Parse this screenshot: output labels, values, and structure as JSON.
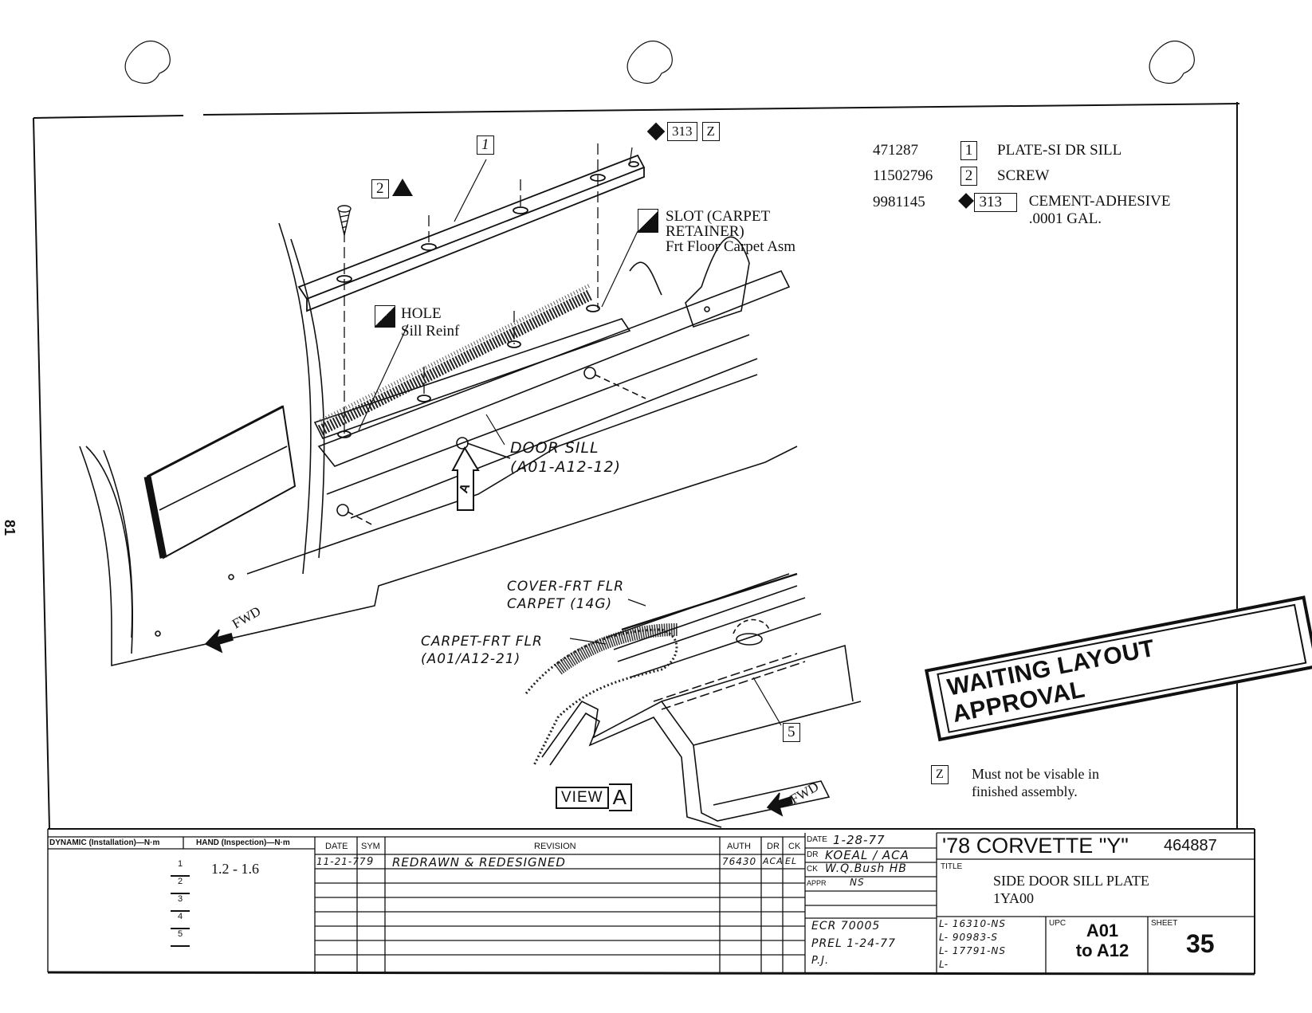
{
  "page": {
    "side_number": "81"
  },
  "legend": [
    {
      "part_no": "471287",
      "sym": "1",
      "description": "PLATE-SI DR SILL"
    },
    {
      "part_no": "11502796",
      "sym": "2",
      "description": "SCREW"
    },
    {
      "part_no": "9981145",
      "sym": "313",
      "description": "CEMENT-ADHESIVE",
      "qty": ".0001 GAL."
    }
  ],
  "callouts": {
    "c1": "1",
    "c2": "2",
    "c313": "313",
    "cz": "Z",
    "slot_title": "SLOT (CARPET",
    "slot_title2": "RETAINER)",
    "slot_sub": "Frt Floor Carpet Asm",
    "hole_title": "HOLE",
    "hole_sub": "Sill Reinf",
    "door_sill": "DOOR SILL",
    "door_sill_code": "(A01-A12-12)",
    "view_a_arrow": "A",
    "fwd1": "FWD",
    "fwd2": "FWD",
    "cover_line1": "COVER-FRT FLR",
    "cover_line2": "CARPET (14G)",
    "carpet_line1": "CARPET-FRT FLR",
    "carpet_line2": "(A01/A12-21)",
    "c5": "5",
    "view_label": "VIEW",
    "view_letter": "A"
  },
  "stamp": "WAITING LAYOUT APPROVAL",
  "note": {
    "sym": "Z",
    "line1": "Must not be visable in",
    "line2": "finished assembly."
  },
  "torque": {
    "col1_header": "DYNAMIC (Installation)—N·m",
    "col2_header": "HAND (Inspection)—N·m",
    "value": "1.2 - 1.6",
    "triangles": [
      "1",
      "2",
      "3",
      "4",
      "5"
    ]
  },
  "revision": {
    "headers": {
      "date": "DATE",
      "sym": "SYM",
      "revision": "REVISION",
      "auth": "AUTH",
      "dr": "DR",
      "ck": "CK"
    },
    "rows": [
      {
        "date": "11-21-77",
        "sym": "9",
        "revision": "REDRAWN & REDESIGNED",
        "auth": "76430",
        "dr": "ACA",
        "ck": "EL"
      }
    ]
  },
  "signoff": {
    "date_label": "DATE",
    "date": "1-28-77",
    "dr_label": "DR",
    "dr": "KOEAL / ACA",
    "ck_label": "CK",
    "ck": "W.Q.Bush HB",
    "appr_label": "APPR",
    "appr": "NS",
    "ecr": "ECR 70005",
    "prel": "PREL 1-24-77",
    "init": "P.J."
  },
  "title_block": {
    "model": "'78 CORVETTE \"Y\"",
    "drawing_no": "464887",
    "title_label": "TITLE",
    "title_line1": "SIDE DOOR SILL PLATE",
    "title_line2": "1YA00",
    "refs": [
      "L- 16310-NS",
      "L- 90983-S",
      "L- 17791-NS",
      "L-"
    ],
    "upc_label": "UPC",
    "upc_line1": "A01",
    "upc_line2": "to A12",
    "sheet_label": "SHEET",
    "sheet": "35"
  }
}
